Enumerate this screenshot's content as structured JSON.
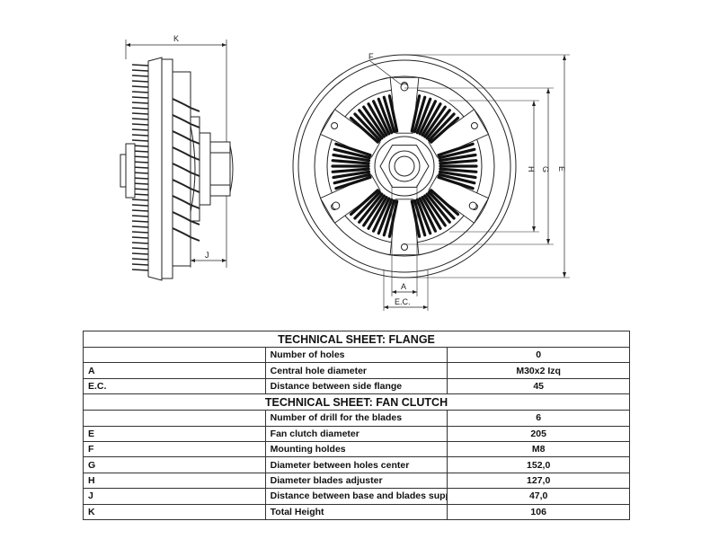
{
  "drawing": {
    "dim_labels": {
      "K": "K",
      "J": "J",
      "F": "F",
      "H": "H",
      "G": "G",
      "E": "E",
      "A": "A",
      "EC": "E.C."
    }
  },
  "flange": {
    "title": "TECHNICAL SHEET: FLANGE",
    "rows": [
      {
        "code": "",
        "desc": "Number of holes",
        "value": "0"
      },
      {
        "code": "A",
        "desc": "Central hole diameter",
        "value": "M30x2 Izq"
      },
      {
        "code": "E.C.",
        "desc": "Distance between side flange",
        "value": "45"
      }
    ]
  },
  "fan_clutch": {
    "title": "TECHNICAL SHEET: FAN CLUTCH",
    "rows": [
      {
        "code": "",
        "desc": "Number of drill for the blades",
        "value": "6"
      },
      {
        "code": "E",
        "desc": "Fan clutch diameter",
        "value": "205"
      },
      {
        "code": "F",
        "desc": "Mounting holdes",
        "value": "M8"
      },
      {
        "code": "G",
        "desc": "Diameter between holes center",
        "value": "152,0"
      },
      {
        "code": "H",
        "desc": "Diameter blades adjuster",
        "value": "127,0"
      },
      {
        "code": "J",
        "desc": "Distance between base and blades support",
        "value": "47,0"
      },
      {
        "code": "K",
        "desc": "Total Height",
        "value": "106"
      }
    ]
  }
}
